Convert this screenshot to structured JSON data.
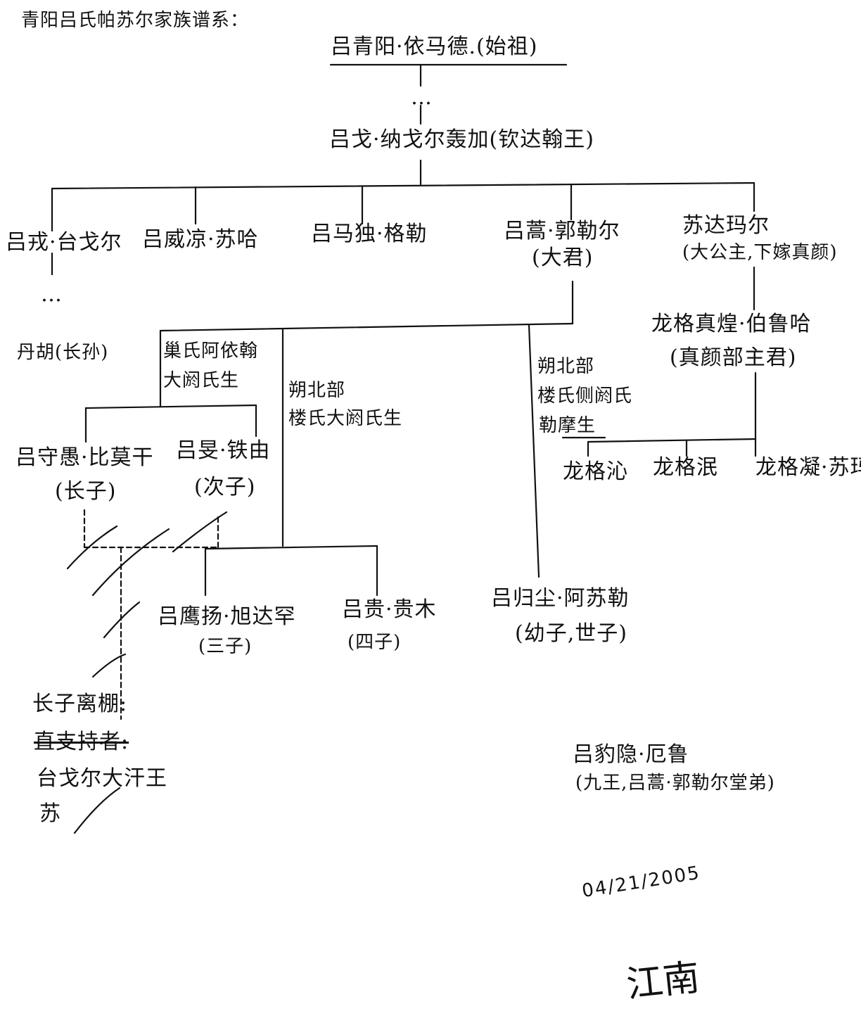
{
  "title": "青阳吕氏帕苏尔家族谱系：",
  "nodes": {
    "founder": "吕青阳·依马德.(始祖)",
    "ellipsis_top": "…",
    "king": "吕戈·纳戈尔轰加(钦达翰王)",
    "child1": "吕戎·台戈尔",
    "ellipsis_left": "…",
    "grandson": "丹胡(长孙)",
    "child2": "吕威凉·苏哈",
    "child3": "吕马独·格勒",
    "child4_name": "吕蒿·郭勒尔",
    "child4_role": "(大君)",
    "child5_name": "苏达玛尔",
    "child5_role": "(大公主,下嫁真颜)",
    "husband_name": "龙格真煌·伯鲁哈",
    "husband_role": "(真颜部主君)",
    "mother1_line1": "巢氏阿依翰",
    "mother1_line2": "大阏氏生",
    "mother2_line1": "朔北部",
    "mother2_line2": "楼氏大阏氏生",
    "mother3_line1": "朔北部",
    "mother3_line2": "楼氏侧阏氏",
    "mother3_line3": "勒摩生",
    "son1_name": "吕守愚·比莫干",
    "son1_role": "(长子)",
    "son2_name": "吕旻·铁由",
    "son2_role": "(次子)",
    "son3_name": "吕鹰扬·旭达罕",
    "son3_role": "(三子)",
    "son4_name": "吕贵·贵木",
    "son4_role": "(四子)",
    "son5_name": "吕归尘·阿苏勒",
    "son5_role": "(幼子,世子)",
    "dl1": "龙格沁",
    "dl2": "龙格泯",
    "dl3": "龙格凝·苏玛",
    "note_line1": "长子离棚:",
    "note_line2": "直支持者:",
    "note_line3": "台戈尔大汗王",
    "note_line4": "苏",
    "uncle_name": "吕豹隐·厄鲁",
    "uncle_role": "(九王,吕蒿·郭勒尔堂弟)",
    "date": "04/21/2005",
    "signature": "江南"
  }
}
